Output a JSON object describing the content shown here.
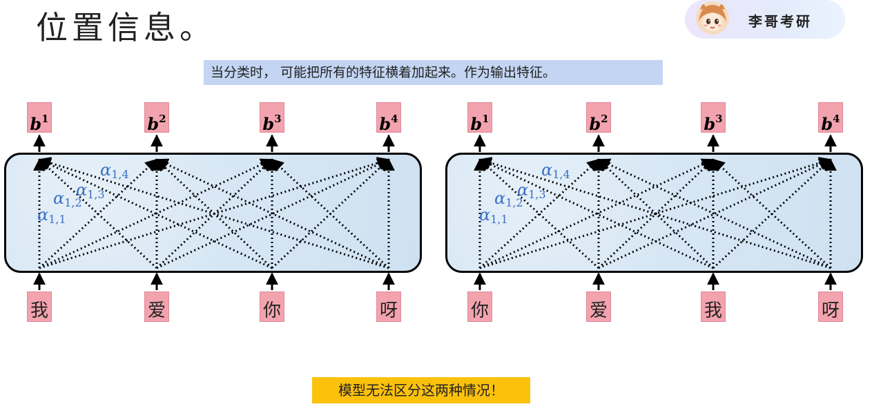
{
  "title": "位置信息。",
  "brand": {
    "name": "李哥考研",
    "avatar_icon": "cartoon-fox-girl-avatar"
  },
  "top_note": "当分类时， 可能把所有的特征横着加起来。作为输出特征。",
  "bottom_note": "模型无法区分这两种情况！",
  "colors": {
    "token_box": "#f2a3ae",
    "note_blue": "#c3d5f2",
    "note_yellow": "#fcc10d",
    "alpha_text": "#3a6fc4"
  },
  "panels": [
    {
      "outputs": [
        {
          "symbol": "b",
          "sup": "1"
        },
        {
          "symbol": "b",
          "sup": "2"
        },
        {
          "symbol": "b",
          "sup": "3"
        },
        {
          "symbol": "b",
          "sup": "4"
        }
      ],
      "inputs": [
        "我",
        "爱",
        "你",
        "呀"
      ],
      "alphas": [
        {
          "symbol": "α",
          "sub": "1,1"
        },
        {
          "symbol": "α",
          "sub": "1,2"
        },
        {
          "symbol": "α",
          "sub": "1,3"
        },
        {
          "symbol": "α",
          "sub": "1,4"
        }
      ]
    },
    {
      "outputs": [
        {
          "symbol": "b",
          "sup": "1"
        },
        {
          "symbol": "b",
          "sup": "2"
        },
        {
          "symbol": "b",
          "sup": "3"
        },
        {
          "symbol": "b",
          "sup": "4"
        }
      ],
      "inputs": [
        "你",
        "爱",
        "我",
        "呀"
      ],
      "alphas": [
        {
          "symbol": "α",
          "sub": "1,1"
        },
        {
          "symbol": "α",
          "sub": "1,2"
        },
        {
          "symbol": "α",
          "sub": "1,3"
        },
        {
          "symbol": "α",
          "sub": "1,4"
        }
      ]
    }
  ]
}
